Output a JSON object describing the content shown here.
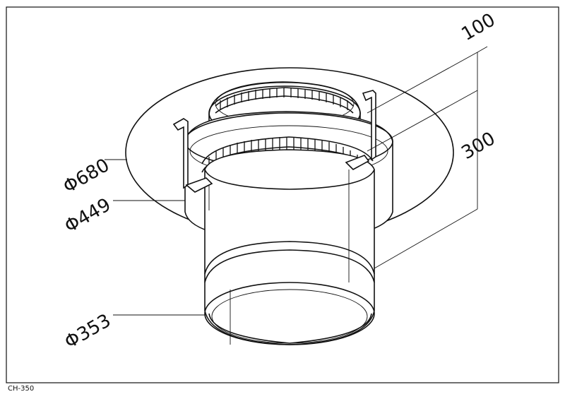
{
  "drawing": {
    "model_code": "CH-350",
    "dimensions": {
      "flange_diameter": "Φ680",
      "mid_diameter": "Φ449",
      "pipe_diameter": "Φ353",
      "top_height": "100",
      "total_height": "300"
    }
  },
  "colors": {
    "line": "#111111",
    "background": "#ffffff"
  }
}
